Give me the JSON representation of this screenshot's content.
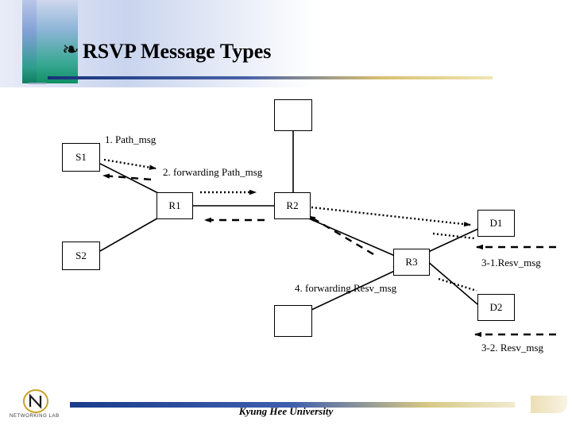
{
  "header": {
    "title": "RSVP Message Types",
    "bullet_glyph": "❧"
  },
  "diagram": {
    "nodes": [
      {
        "id": "top-box",
        "label": ""
      },
      {
        "id": "s1",
        "label": "S1"
      },
      {
        "id": "r1",
        "label": "R1"
      },
      {
        "id": "r2",
        "label": "R2"
      },
      {
        "id": "d1",
        "label": "D1"
      },
      {
        "id": "s2",
        "label": "S2"
      },
      {
        "id": "r3",
        "label": "R3"
      },
      {
        "id": "bottom-box",
        "label": ""
      },
      {
        "id": "d2",
        "label": "D2"
      }
    ],
    "labels": [
      {
        "id": "step1",
        "text": "1. Path_msg"
      },
      {
        "id": "step2",
        "text": "2. forwarding Path_msg"
      },
      {
        "id": "step31",
        "text": "3-1.Resv_msg"
      },
      {
        "id": "step4",
        "text": "4. forwarding Resv_msg"
      },
      {
        "id": "step32",
        "text": "3-2. Resv_msg"
      }
    ]
  },
  "footer": {
    "university": "Kyung Hee University",
    "lab": "NETWORKING LAB"
  },
  "colors": {
    "line": "#000000",
    "title_text": "#000000",
    "accent_blue": "#1b3c8c",
    "accent_gold": "#d6c883",
    "header_teal": "#119064"
  }
}
